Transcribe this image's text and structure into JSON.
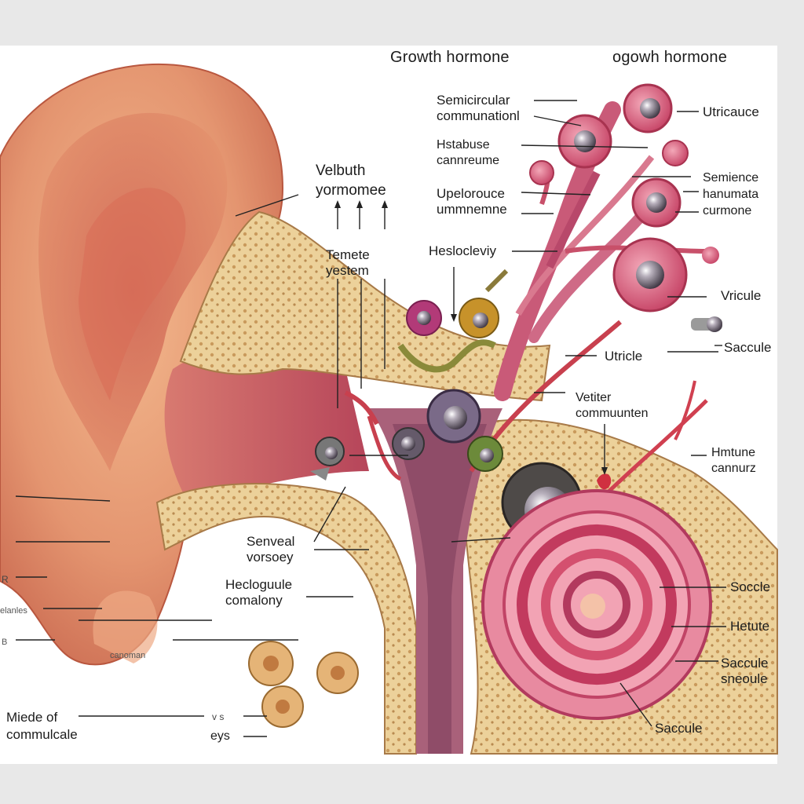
{
  "titles": {
    "left": "Growth hormone",
    "right": "ogowh hormone"
  },
  "labels": {
    "semicircular": "Semicircular\ncommunationl",
    "histabuse": "Hstabuse\ncannreume",
    "upelorouce": "Upelorouce\nummnemne",
    "heslocleviy": "Heslocleviy",
    "velbuth": "Velbuth\nyormomee",
    "temete": "Temete\nyestem",
    "utricauce": "Utricauce",
    "semience": "Semience\nhanumata\ncurmone",
    "vricule": "Vricule",
    "saccule_1": "Saccule",
    "utricle": "Utricle",
    "vetiter": "Vetiter\ncommuunten",
    "hmtune": "Hmtune\ncannurz",
    "senveal": "Senveal\nvorsoey",
    "heclogule": "Hecloguule\ncomalony",
    "soccle": "Soccle",
    "hetute": "Hetute",
    "saccule_sneoule": "Saccule\nsneoule",
    "saccule_bottom": "Saccule",
    "miede": "Miede of\ncommulcale",
    "vs": "v s",
    "eys": "eys",
    "canoman": "canoman",
    "left_r": "R",
    "left_lanles": "elanles",
    "left_b": "B"
  },
  "colors": {
    "skin": "#e8a07a",
    "bone": "#e9c98f",
    "cochlea": "#d9546a",
    "nerve": "#c8506a",
    "leader": "#222222"
  }
}
